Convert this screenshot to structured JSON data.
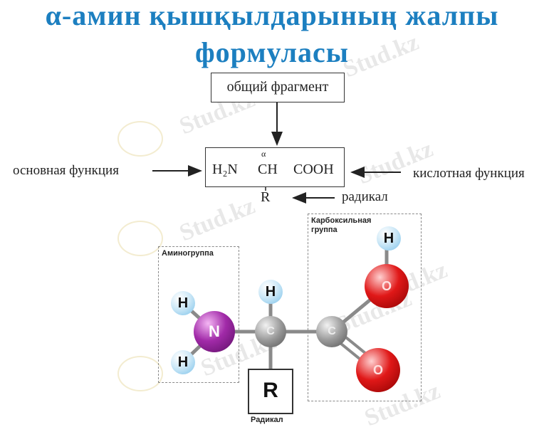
{
  "title": {
    "line1": "α-амин қышқылдарының жалпы",
    "line2": "формуласы"
  },
  "formula": {
    "top_box": "общий фрагмент",
    "alpha": "α",
    "h2n": "H₂N",
    "ch": "CH",
    "cooh": "COOH",
    "r": "R",
    "left_label": "основная функция",
    "right_label": "кислотная функция",
    "radical_label": "радикал"
  },
  "model": {
    "amino_label": "Аминогруппа",
    "carboxyl_label_1": "Карбоксильная",
    "carboxyl_label_2": "группа",
    "radical_label": "Радикал",
    "atoms": {
      "h_top": "H",
      "h_amino_top": "H",
      "h_amino_bottom": "H",
      "n": "N",
      "c_alpha": "C",
      "c_carboxyl": "C",
      "o_top": "O",
      "o_bottom": "O",
      "h_carboxyl": "H",
      "r_box": "R"
    }
  },
  "watermark": "Stud.kz",
  "colors": {
    "title": "#1c7fc0",
    "hydrogen": "#cfe9f7",
    "nitrogen": "#a12aa8",
    "carbon": "#9a9a9a",
    "oxygen": "#e01818"
  }
}
